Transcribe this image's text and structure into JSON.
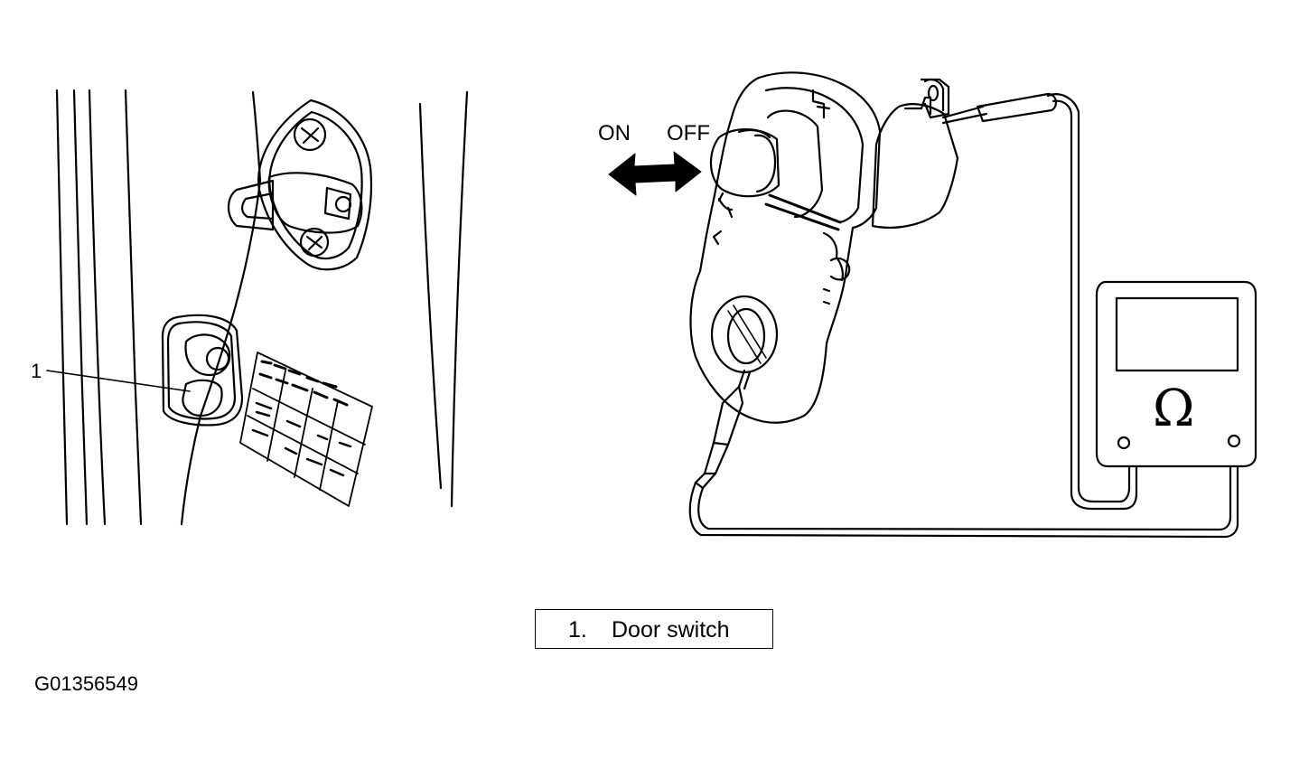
{
  "diagram": {
    "callout_number": "1",
    "switch_labels": {
      "on": "ON",
      "off": "OFF"
    },
    "meter_symbol": "Ω",
    "caption": {
      "number": "1.",
      "text": "Door switch"
    },
    "figure_id": "G01356549"
  },
  "icons": [
    "door-striker-icon",
    "door-switch-icon",
    "double-arrow-icon",
    "ohmmeter-icon",
    "test-lead-icon"
  ]
}
